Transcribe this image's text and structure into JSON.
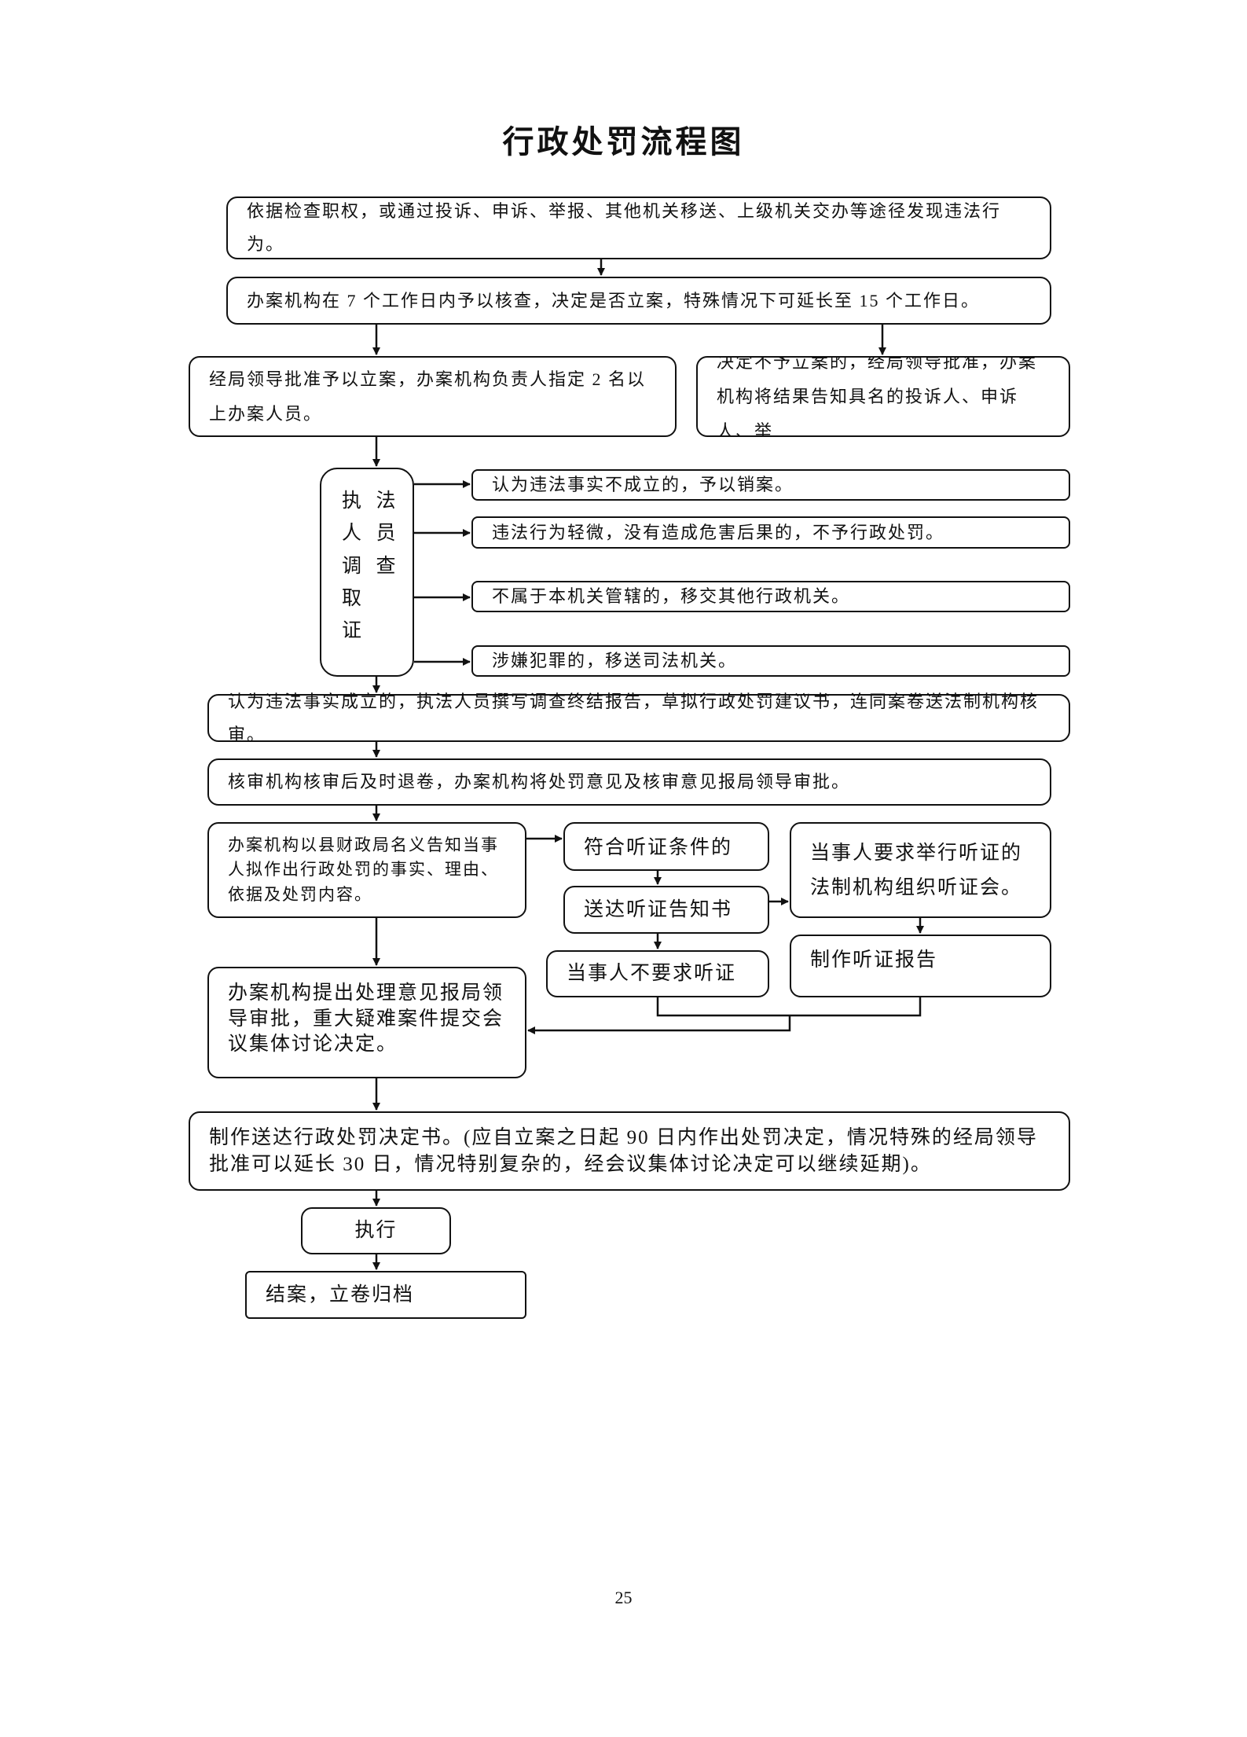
{
  "title": "行政处罚流程图",
  "page_number": "25",
  "boxes": {
    "discover": "依据检查职权，或通过投诉、申诉、举报、其他机关移送、上级机关交办等途径发现违法行为。",
    "review": "办案机构在 7 个工作日内予以核查，决定是否立案，特殊情况下可延长至 15 个工作日。",
    "file_case": "经局领导批准予以立案，办案机构负责人指定 2 名以上办案人员。",
    "no_case": "决定不予立案的，经局领导批准，办案机构将结果告知具名的投诉人、申诉人、举",
    "investigate_lines": [
      "执  法",
      "人  员",
      "调  查",
      "取",
      "证"
    ],
    "outcome_1": "认为违法事实不成立的，予以销案。",
    "outcome_2": "违法行为轻微，没有造成危害后果的，不予行政处罚。",
    "outcome_3": "不属于本机关管辖的，移交其他行政机关。",
    "outcome_4": "涉嫌犯罪的，移送司法机关。",
    "report": "认为违法事实成立的，执法人员撰写调查终结报告，草拟行政处罚建议书，连同案卷送法制机构核审。",
    "legal_review": "核审机构核审后及时退卷，办案机构将处罚意见及核审意见报局领导审批。",
    "notify": "办案机构以县财政局名义告知当事人拟作出行政处罚的事实、理由、依据及处罚内容。",
    "hearing_eligible": "符合听证条件的",
    "hearing_notice": "送达听证告知书",
    "no_hearing": "当事人不要求听证",
    "hearing_held": "当事人要求举行听证的法制机构组织听证会。",
    "hearing_report": "制作听证报告",
    "decision_proposal": "办案机构提出处理意见报局领导审批，重大疑难案件提交会议集体讨论决定。",
    "decision": "制作送达行政处罚决定书。(应自立案之日起 90 日内作出处罚决定，情况特殊的经局领导批准可以延长 30 日，情况特别复杂的，经会议集体讨论决定可以继续延期)。",
    "execute": "执行",
    "close": "结案，立卷归档"
  }
}
